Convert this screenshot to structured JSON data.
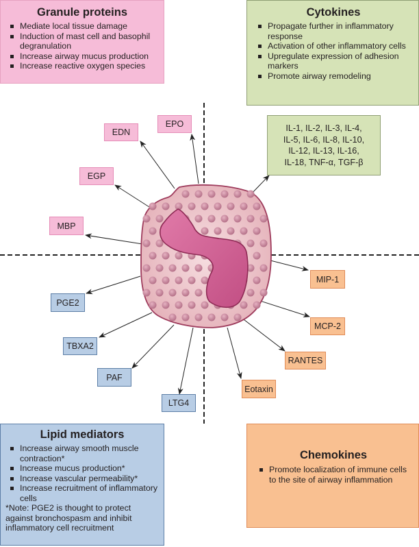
{
  "granule_proteins": {
    "title": "Granule proteins",
    "items": [
      "Mediate local tissue damage",
      "Induction of mast cell and basophil degranulation",
      "Increase airway mucus production",
      "Increase reactive oxygen species"
    ],
    "mediators": [
      "EDN",
      "EPO",
      "EGP",
      "MBP"
    ],
    "color": "#f6bcd8"
  },
  "cytokines": {
    "title": "Cytokines",
    "items": [
      "Propagate further in inflammatory response",
      "Activation of other inflammatory cells",
      "Upregulate expression of adhesion markers",
      "Promote airway remodeling"
    ],
    "mediators_lines": [
      "IL-1, IL-2, IL-3, IL-4,",
      "IL-5, IL-6, IL-8, IL-10,",
      "IL-12, IL-13, IL-16,",
      "IL-18, TNF-α, TGF-β"
    ],
    "color": "#d6e3b7"
  },
  "lipid_mediators": {
    "title": "Lipid mediators",
    "items": [
      "Increase airway smooth muscle contraction*",
      "Increase mucus production*",
      "Increase vascular permeability*",
      "Increase recruitment of inflammatory cells"
    ],
    "note": "*Note: PGE2 is thought to protect against bronchospasm and inhibit inflammatory cell recruitment",
    "mediators": [
      "PGE2",
      "TBXA2",
      "PAF",
      "LTG4"
    ],
    "color": "#b8cde5"
  },
  "chemokines": {
    "title": "Chemokines",
    "items": [
      "Promote localization of immune cells to the site of airway inflammation"
    ],
    "mediators": [
      "MIP-1",
      "MCP-2",
      "RANTES",
      "Eotaxin"
    ],
    "color": "#f9c091"
  },
  "center_cell": "eosinophil"
}
